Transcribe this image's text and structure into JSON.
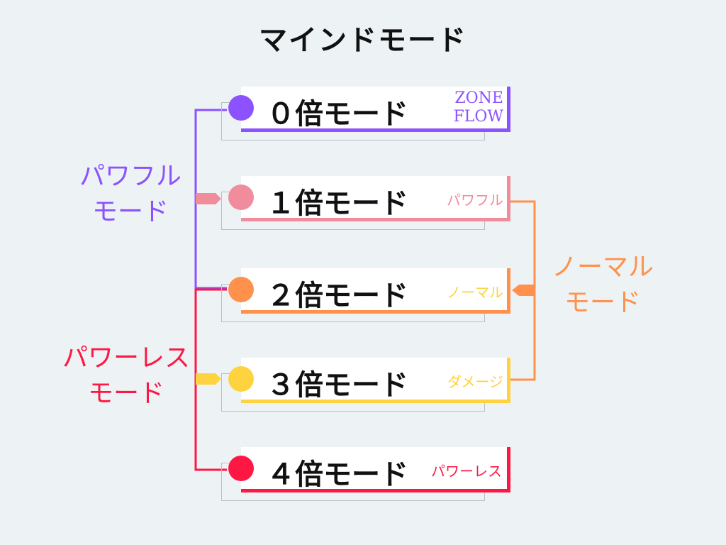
{
  "title": "マインドモード",
  "colors": {
    "zone": "#8c52ff",
    "powerful": "#f08c9b",
    "normal": "#ff914d",
    "damage": "#ffd23f",
    "powerless": "#ff1744"
  },
  "modes": [
    {
      "label": "０倍モード",
      "sub": [
        "ZONE",
        "FLOW"
      ]
    },
    {
      "label": "１倍モード",
      "sub": "パワフル"
    },
    {
      "label": "２倍モード",
      "sub": "ノーマル"
    },
    {
      "label": "３倍モード",
      "sub": "ダメージ"
    },
    {
      "label": "４倍モード",
      "sub": "パワーレス"
    }
  ],
  "groups": {
    "powerful": {
      "line1": "パワフル",
      "line2": "モード"
    },
    "normal": {
      "line1": "ノーマル",
      "line2": "モード"
    },
    "powerless": {
      "line1": "パワーレス",
      "line2": "モード"
    }
  }
}
